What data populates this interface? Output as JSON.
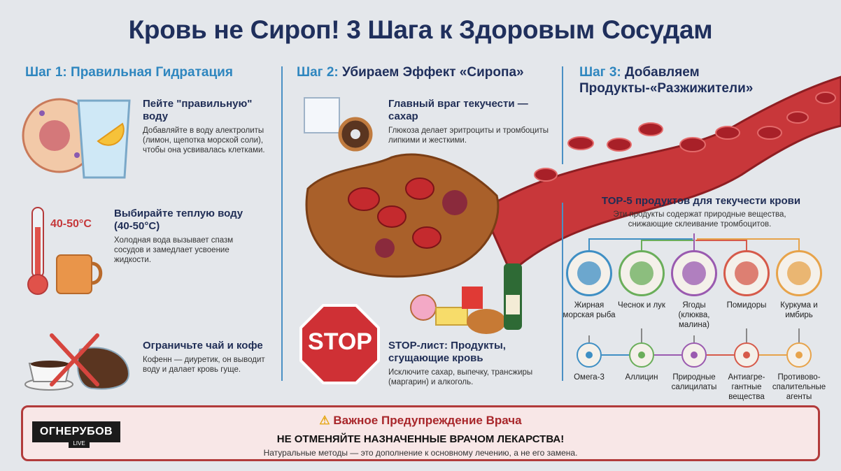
{
  "title": "Кровь не Сироп! 3 Шага к Здоровым Сосудам",
  "step1": {
    "prefix": "Шаг 1:",
    "title": "Правильная Гидратация",
    "items": [
      {
        "title": "Пейте \"правильную\" воду",
        "desc": "Добавляйте в воду алектролиты (лимон, щепотка морской соли), чтобы она усвивалась клетками."
      },
      {
        "badge": "40-50°C",
        "title": "Выбирайте теплую воду (40-50°C)",
        "desc": "Холодная вода вызывает спазм сосудов и замедлает усвоение жидкости."
      },
      {
        "title": "Ограничьте чай и кофе",
        "desc": "Кофенн — диуретик, он выводит воду и далает кровь гуще."
      }
    ]
  },
  "step2": {
    "prefix": "Шаг 2:",
    "title": "Убираем Эффект «Сиропа»",
    "items": [
      {
        "title": "Главный враг текучести — сахар",
        "desc": "Глюкоза делает эритроциты и тромбоциты липкими и жесткими."
      },
      {
        "sign": "STOP",
        "title": "STOP-лист: Продукты, сгущающие кровь",
        "desc": "Исключите сахар, выпечку, трансжиры (маргарин) и алкоголь."
      }
    ]
  },
  "step3": {
    "prefix": "Шаг 3:",
    "title": "Добавляем Продукты-«Разжижители»",
    "top5_title": "TOP-5 продуктов для текучести крови",
    "top5_subtitle": "Эти продукты содержат природные вещества, снижающие склеивание тромбоцитов.",
    "products": [
      {
        "name": "Жирная морская рыба",
        "substance": "Омега-3",
        "color": "#3f8fc4"
      },
      {
        "name": "Чеснок и лук",
        "substance": "Аллицин",
        "color": "#6aae5a"
      },
      {
        "name": "Ягоды (клюква, малина)",
        "substance": "Природные салицилаты",
        "color": "#9a5ab0"
      },
      {
        "name": "Помидоры",
        "substance": "Антиагре-гантные вещества",
        "color": "#d65a4a"
      },
      {
        "name": "Куркума и имбирь",
        "substance": "Противово-спалительные агенты",
        "color": "#e7a34a"
      }
    ]
  },
  "warning": {
    "title": "Важное Предупреждение Врача",
    "headline": "НЕ ОТМЕНЯЙТЕ НАЗНАЧЕННЫЕ ВРАЧОМ ЛЕКАРСТВА!",
    "note": "Натуральные методы — это дополнение к основному лечению, а не его замена."
  },
  "logo": {
    "name": "ОГНЕРУБОВ",
    "sub": "LIVE"
  }
}
